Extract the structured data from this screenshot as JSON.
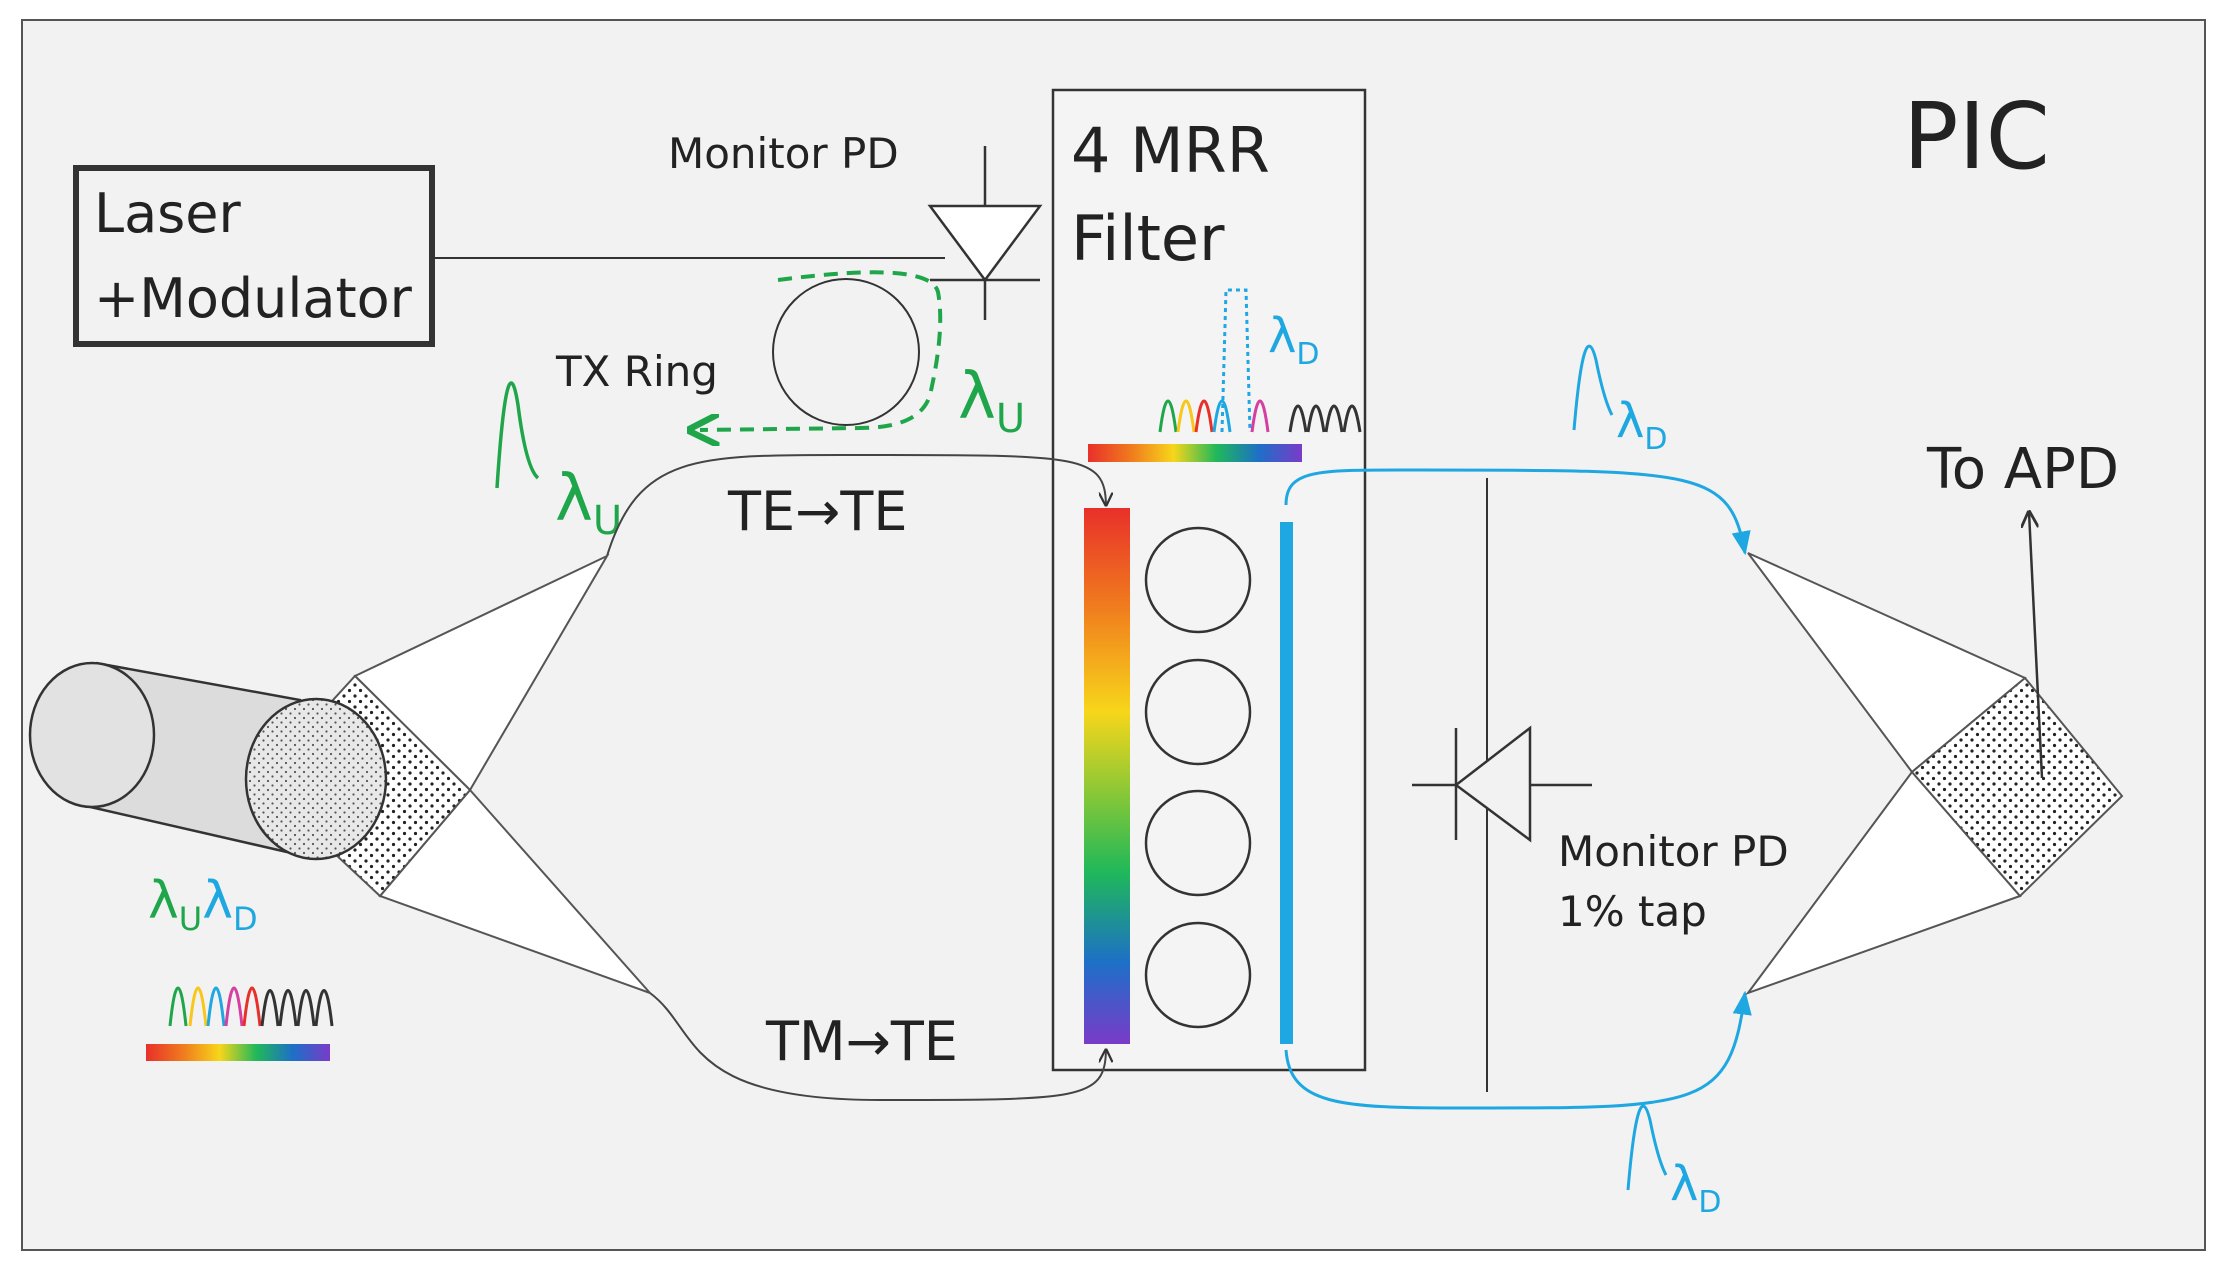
{
  "labels": {
    "pic": "PIC",
    "laser_line1": "Laser",
    "laser_line2": "+Modulator",
    "monitor_pd_top": "Monitor PD",
    "tx_ring": "TX Ring",
    "filter_line1": "4 MRR",
    "filter_line2": "Filter",
    "te_te": "TE→TE",
    "tm_te": "TM→TE",
    "monitor_pd_right_line1": "Monitor PD",
    "monitor_pd_right_line2": "1% tap",
    "to_apd": "To APD",
    "lambda": "λ",
    "sub_u": "U",
    "sub_d": "D"
  },
  "colors": {
    "background": "#f2f2f2",
    "green_accent": "#1fa64a",
    "blue_accent": "#1ea7e1",
    "line": "#333333"
  }
}
